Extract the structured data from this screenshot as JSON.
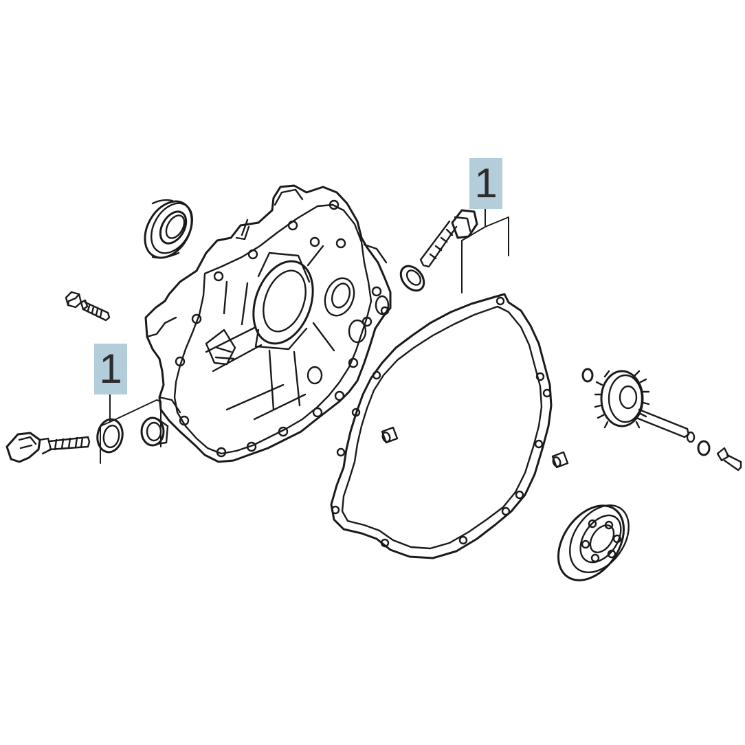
{
  "callouts": {
    "top_label": "1",
    "left_label": "1"
  },
  "colors": {
    "line": "#1a1a1a",
    "callout_fill": "#b4cddb",
    "callout_text": "#2c2c2c",
    "background": "#ffffff"
  },
  "parts": [
    "crankcase-cover",
    "cover-gasket",
    "oil-seal",
    "flange-bolt",
    "oil-filler-cap-left",
    "oil-filler-cap-right",
    "o-ring-left",
    "o-ring-right",
    "dowel-pin-upper",
    "dowel-pin-lower",
    "governor-gear-assembly",
    "radial-ball-bearing",
    "drain-bolt-washer"
  ]
}
